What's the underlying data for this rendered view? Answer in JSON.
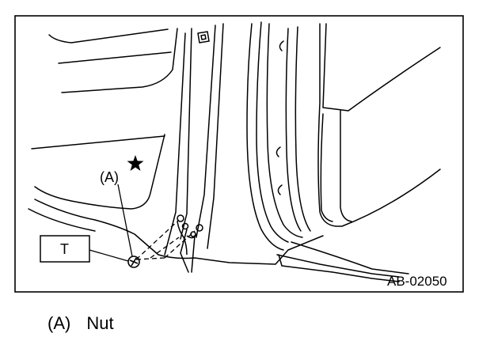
{
  "figure": {
    "callout_a": "(A)",
    "box_label": "T",
    "figure_code": "AB-02050"
  },
  "legend": {
    "marker": "(A)",
    "text": "Nut"
  }
}
